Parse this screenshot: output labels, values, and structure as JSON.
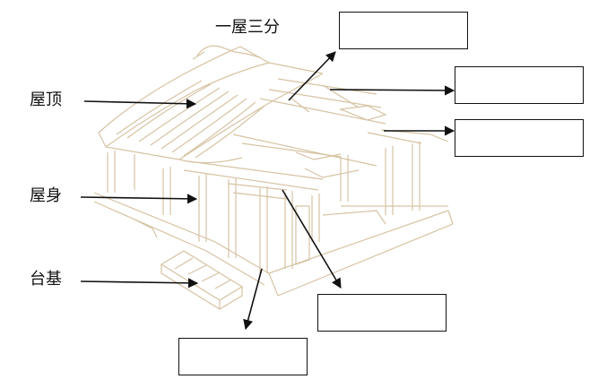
{
  "title": "一屋三分",
  "labels": {
    "roof": "屋顶",
    "body": "屋身",
    "base": "台基"
  },
  "answer_boxes": [
    {
      "id": "box-1",
      "text": ""
    },
    {
      "id": "box-2",
      "text": ""
    },
    {
      "id": "box-3",
      "text": ""
    },
    {
      "id": "box-4",
      "text": ""
    },
    {
      "id": "box-5",
      "text": ""
    }
  ],
  "colors": {
    "line_art": "#d9c6a8",
    "arrow": "#111111",
    "text": "#111111"
  }
}
